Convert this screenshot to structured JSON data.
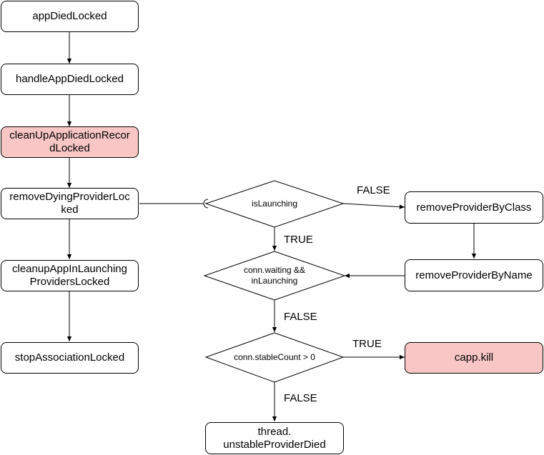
{
  "colors": {
    "stroke": "#000000",
    "highlight": "#f9c6c6",
    "background": "#ffffff"
  },
  "nodes": {
    "app_died": "appDiedLocked",
    "handle_app_died": "handleAppDiedLocked",
    "cleanup_app_record": [
      "cleanUpApplicationRecor",
      "dLocked"
    ],
    "remove_dying_provider": [
      "removeDyingProviderLoc",
      "ked"
    ],
    "cleanup_launching": [
      "cleanupAppInLaunching",
      "ProvidersLocked"
    ],
    "stop_association": "stopAssociationLocked",
    "remove_by_class": "removeProviderByClass",
    "remove_by_name": "removeProviderByName",
    "capp_kill": "capp.kill",
    "unstable_died": [
      "thread.",
      "unstableProviderDied"
    ]
  },
  "decisions": {
    "is_launching": "isLaunching",
    "conn_waiting": [
      "conn.waiting &&",
      "inLaunching"
    ],
    "stable_count": "conn.stableCount > 0"
  },
  "edge_labels": {
    "is_launching_false": "FALSE",
    "is_launching_true": "TRUE",
    "conn_waiting_false": "FALSE",
    "stable_count_true": "TRUE",
    "stable_count_false": "FALSE"
  }
}
